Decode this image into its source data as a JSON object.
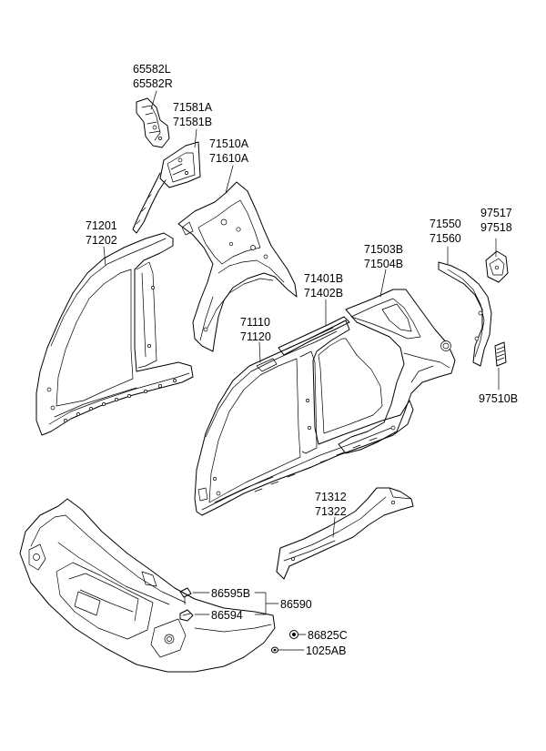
{
  "labels": {
    "l65582L": "65582L",
    "l65582R": "65582R",
    "l71581A": "71581A",
    "l71581B": "71581B",
    "l71510A": "71510A",
    "l71610A": "71610A",
    "l71201": "71201",
    "l71202": "71202",
    "l71550": "71550",
    "l71560": "71560",
    "l97517": "97517",
    "l97518": "97518",
    "l71503B": "71503B",
    "l71504B": "71504B",
    "l71401B": "71401B",
    "l71402B": "71402B",
    "l71110": "71110",
    "l71120": "71120",
    "l97510B": "97510B",
    "l71312": "71312",
    "l71322": "71322",
    "l86595B": "86595B",
    "l86590": "86590",
    "l86594": "86594",
    "l86825C": "86825C",
    "l1025AB": "1025AB"
  }
}
